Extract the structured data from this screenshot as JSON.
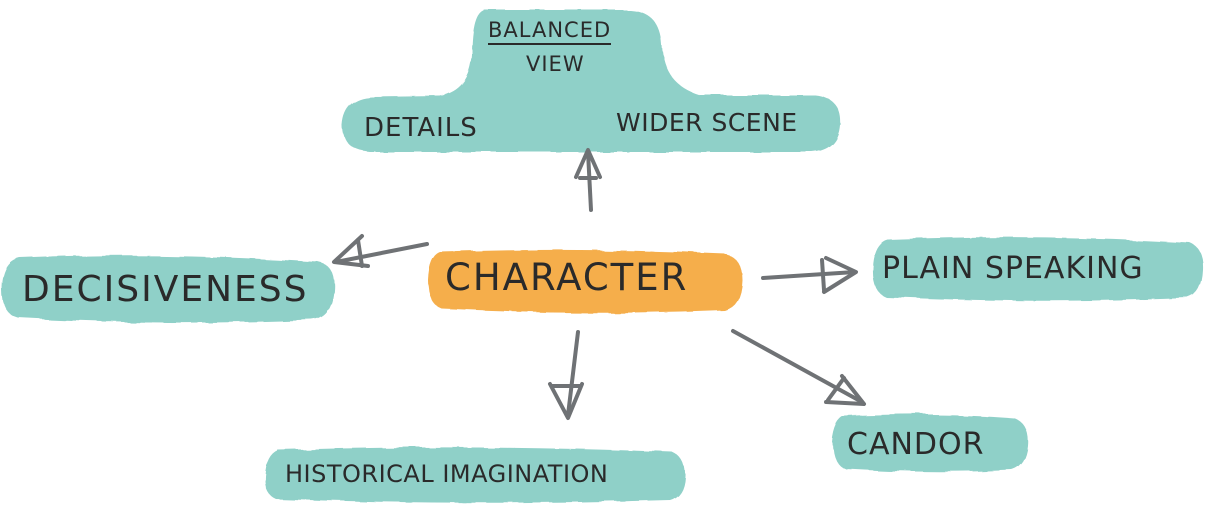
{
  "diagram": {
    "center": {
      "label": "CHARACTER"
    },
    "nodes": {
      "balanced_view": {
        "title_line1": "BALANCED",
        "title_line2": "VIEW",
        "left": "DETAILS",
        "right": "WIDER SCENE"
      },
      "decisiveness": {
        "label": "DECISIVENESS"
      },
      "plain_speaking": {
        "label": "PLAIN SPEAKING"
      },
      "candor": {
        "label": "CANDOR"
      },
      "historical_imagination": {
        "label": "HISTORICAL IMAGINATION"
      }
    },
    "colors": {
      "node_fill": "#8fd0c8",
      "center_fill": "#f5ae4c",
      "arrow": "#6f7275",
      "text": "#2a2a2a"
    }
  }
}
